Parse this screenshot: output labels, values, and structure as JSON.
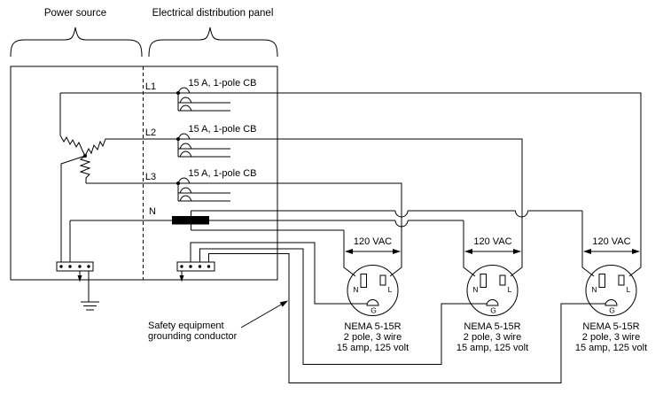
{
  "sections": {
    "power_source": "Power source",
    "distribution_panel": "Electrical distribution panel"
  },
  "conductor_labels": {
    "l1": "L1",
    "l2": "L2",
    "l3": "L3",
    "neutral": "N"
  },
  "breaker_label": "15 A, 1-pole CB",
  "voltage_label": "120 VAC",
  "receptacle": {
    "model": "NEMA 5-15R",
    "wiring": "2 pole, 3 wire",
    "rating": "15 amp, 125 volt",
    "neutral_letter": "N",
    "line_letter": "L",
    "ground_letter": "G"
  },
  "safety_note": {
    "line1": "Safety equipment",
    "line2": "grounding conductor"
  },
  "colors": {
    "line": "#000000",
    "background": "#ffffff"
  }
}
